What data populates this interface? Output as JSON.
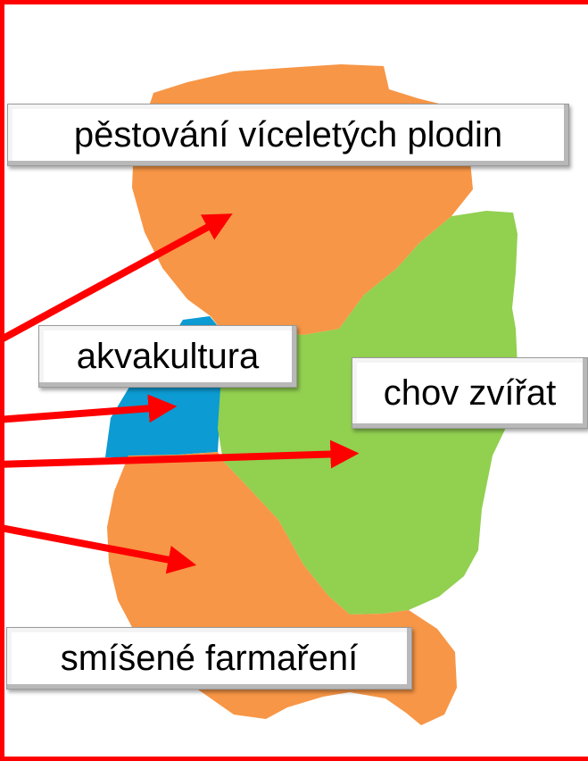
{
  "labels": {
    "perennial_crops": "pěstování víceletých plodin",
    "aquaculture": "akvakultura",
    "livestock": "chov zvířat",
    "mixed_farming": "smíšené farmaření"
  },
  "colors": {
    "frame": "#ff0000",
    "arrow": "#ff0000",
    "perennial_crops_region": "#f79646",
    "aquaculture_region": "#0c9bd2",
    "livestock_region": "#92d050",
    "mixed_farming_region": "#f79646"
  }
}
